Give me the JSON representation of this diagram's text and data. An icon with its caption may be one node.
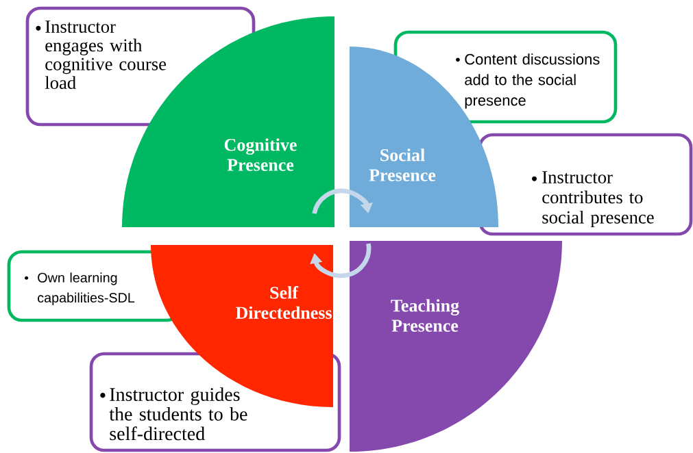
{
  "diagram": {
    "nodes": [
      {
        "text": [
          "Instructor engages with cognitive course load"
        ]
      },
      {
        "text": [
          "Cognitive Presence"
        ]
      },
      {
        "text": [
          "Content discussions add to the social presence"
        ]
      },
      {
        "text": [
          "Social Presence"
        ]
      },
      {
        "text": [
          "Instructor contributes to social presence"
        ]
      },
      {
        "text": [
          "Own learning capabilities-SDL"
        ]
      },
      {
        "text": [
          "Self Directedness"
        ]
      },
      {
        "text": [
          "Teaching Presence"
        ]
      },
      {
        "text": [
          "Instructor guides the students to be self-directed"
        ]
      }
    ],
    "edges": [
      {
        "from": 1,
        "to": 3,
        "arrow": "to"
      },
      {
        "from": 7,
        "to": 6,
        "arrow": "to"
      }
    ]
  }
}
